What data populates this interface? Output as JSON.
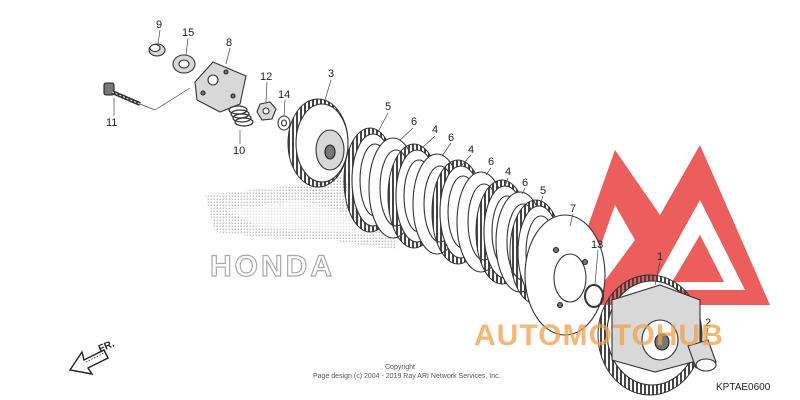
{
  "brand_watermark": "HONDA",
  "site_watermark": {
    "text": "AUTOMOTOHUB",
    "color": "#f2a04a",
    "logo_color": "#e8423f"
  },
  "direction_label": "FR.",
  "diagram_code": "KPTAE0600",
  "copyright": {
    "line1": "Copyright",
    "line2": "Page design (c) 2004 - 2019 Ray ARI Network Services, Inc."
  },
  "parts": {
    "p1": "1",
    "p2": "2",
    "p3": "3",
    "p4a": "4",
    "p4b": "4",
    "p4c": "4",
    "p5a": "5",
    "p5b": "5",
    "p6a": "6",
    "p6b": "6",
    "p6c": "6",
    "p6d": "6",
    "p7": "7",
    "p8": "8",
    "p9": "9",
    "p10": "10",
    "p11": "11",
    "p12": "12",
    "p13": "13",
    "p14": "14",
    "p15": "15"
  }
}
